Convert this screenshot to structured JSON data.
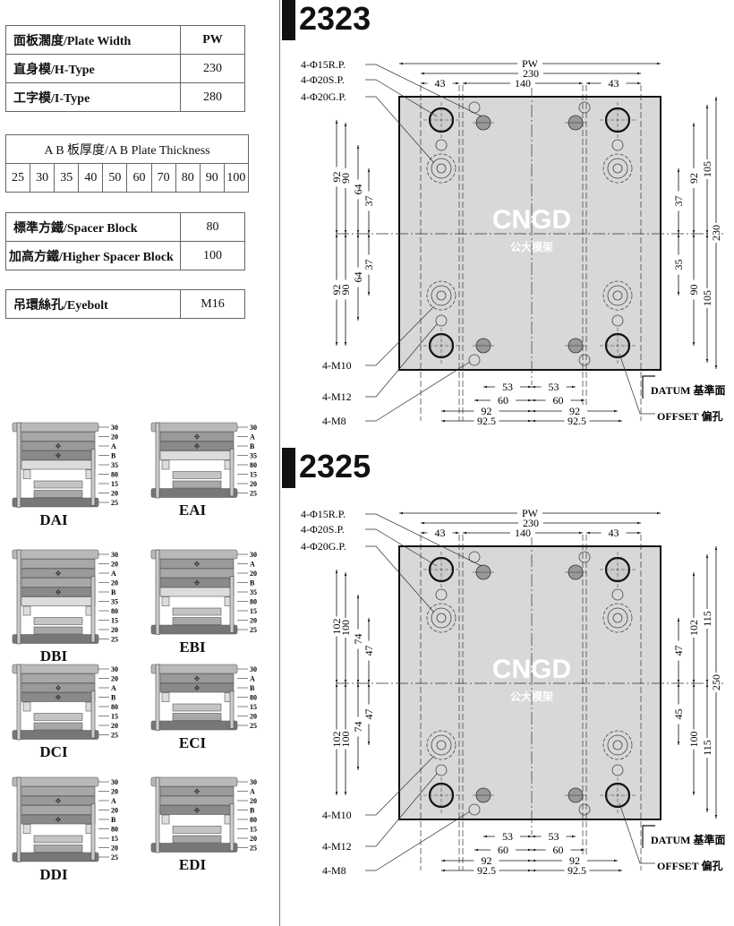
{
  "plate_width_table": {
    "rows": [
      {
        "label": "面板濶度/Plate Width",
        "value": "PW"
      },
      {
        "label": "直身模/H-Type",
        "value": "230"
      },
      {
        "label": "工字模/I-Type",
        "value": "280"
      }
    ]
  },
  "ab_thickness": {
    "title": "A B 板厚度/A B Plate Thickness",
    "values": [
      "25",
      "30",
      "35",
      "40",
      "50",
      "60",
      "70",
      "80",
      "90",
      "100"
    ]
  },
  "spacer_table": {
    "rows": [
      {
        "label": "標準方鐵/Spacer Block",
        "value": "80"
      },
      {
        "label": "加高方鐵/Higher Spacer Block",
        "value": "100"
      }
    ]
  },
  "eyebolt_table": {
    "label": "吊環絲孔/Eyebolt",
    "value": "M16"
  },
  "mold_types": [
    {
      "name": "DAI",
      "labels": [
        "30",
        "20",
        "A",
        "B",
        "35",
        "80",
        "15",
        "20",
        "25"
      ]
    },
    {
      "name": "EAI",
      "labels": [
        "30",
        "A",
        "B",
        "35",
        "80",
        "15",
        "20",
        "25"
      ]
    },
    {
      "name": "DBI",
      "labels": [
        "30",
        "20",
        "A",
        "20",
        "B",
        "35",
        "80",
        "15",
        "20",
        "25"
      ]
    },
    {
      "name": "EBI",
      "labels": [
        "30",
        "A",
        "20",
        "B",
        "35",
        "80",
        "15",
        "20",
        "25"
      ]
    },
    {
      "name": "DCI",
      "labels": [
        "30",
        "20",
        "A",
        "B",
        "80",
        "15",
        "20",
        "25"
      ]
    },
    {
      "name": "ECI",
      "labels": [
        "30",
        "A",
        "B",
        "80",
        "15",
        "20",
        "25"
      ]
    },
    {
      "name": "DDI",
      "labels": [
        "30",
        "20",
        "A",
        "20",
        "B",
        "80",
        "15",
        "20",
        "25"
      ]
    },
    {
      "name": "EDI",
      "labels": [
        "30",
        "A",
        "20",
        "B",
        "80",
        "15",
        "20",
        "25"
      ]
    }
  ],
  "drawings": [
    {
      "title": "2323",
      "callouts": [
        "4-Φ15R.P.",
        "4-Φ20S.P.",
        "4-Φ20G.P."
      ],
      "bottom_callouts": [
        "4-M10",
        "4-M12",
        "4-M8"
      ],
      "top_dims": [
        "PW",
        "230",
        "43",
        "140",
        "43"
      ],
      "left_upper": [
        "92",
        "90",
        "64",
        "37"
      ],
      "left_lower": [
        "92",
        "90",
        "64",
        "37"
      ],
      "right_upper": [
        "37",
        "92",
        "105"
      ],
      "right_lower": [
        "35",
        "90",
        "105"
      ],
      "height": "230",
      "bottom_dims": [
        "53",
        "53",
        "60",
        "60",
        "92",
        "92",
        "92.5",
        "92.5"
      ],
      "datum": "DATUM 基準面",
      "offset": "OFFSET 偏孔",
      "logo": "CNGD",
      "logo_cn": "公大模架"
    },
    {
      "title": "2325",
      "callouts": [
        "4-Φ15R.P.",
        "4-Φ20S.P.",
        "4-Φ20G.P."
      ],
      "bottom_callouts": [
        "4-M10",
        "4-M12",
        "4-M8"
      ],
      "top_dims": [
        "PW",
        "230",
        "43",
        "140",
        "43"
      ],
      "left_upper": [
        "102",
        "100",
        "74",
        "47"
      ],
      "left_lower": [
        "102",
        "100",
        "74",
        "47"
      ],
      "right_upper": [
        "47",
        "102",
        "115"
      ],
      "right_lower": [
        "45",
        "100",
        "115"
      ],
      "height": "250",
      "bottom_dims": [
        "53",
        "53",
        "60",
        "60",
        "92",
        "92",
        "92.5",
        "92.5"
      ],
      "datum": "DATUM 基準面",
      "offset": "OFFSET 偏孔",
      "logo": "CNGD",
      "logo_cn": "公大模架"
    }
  ]
}
